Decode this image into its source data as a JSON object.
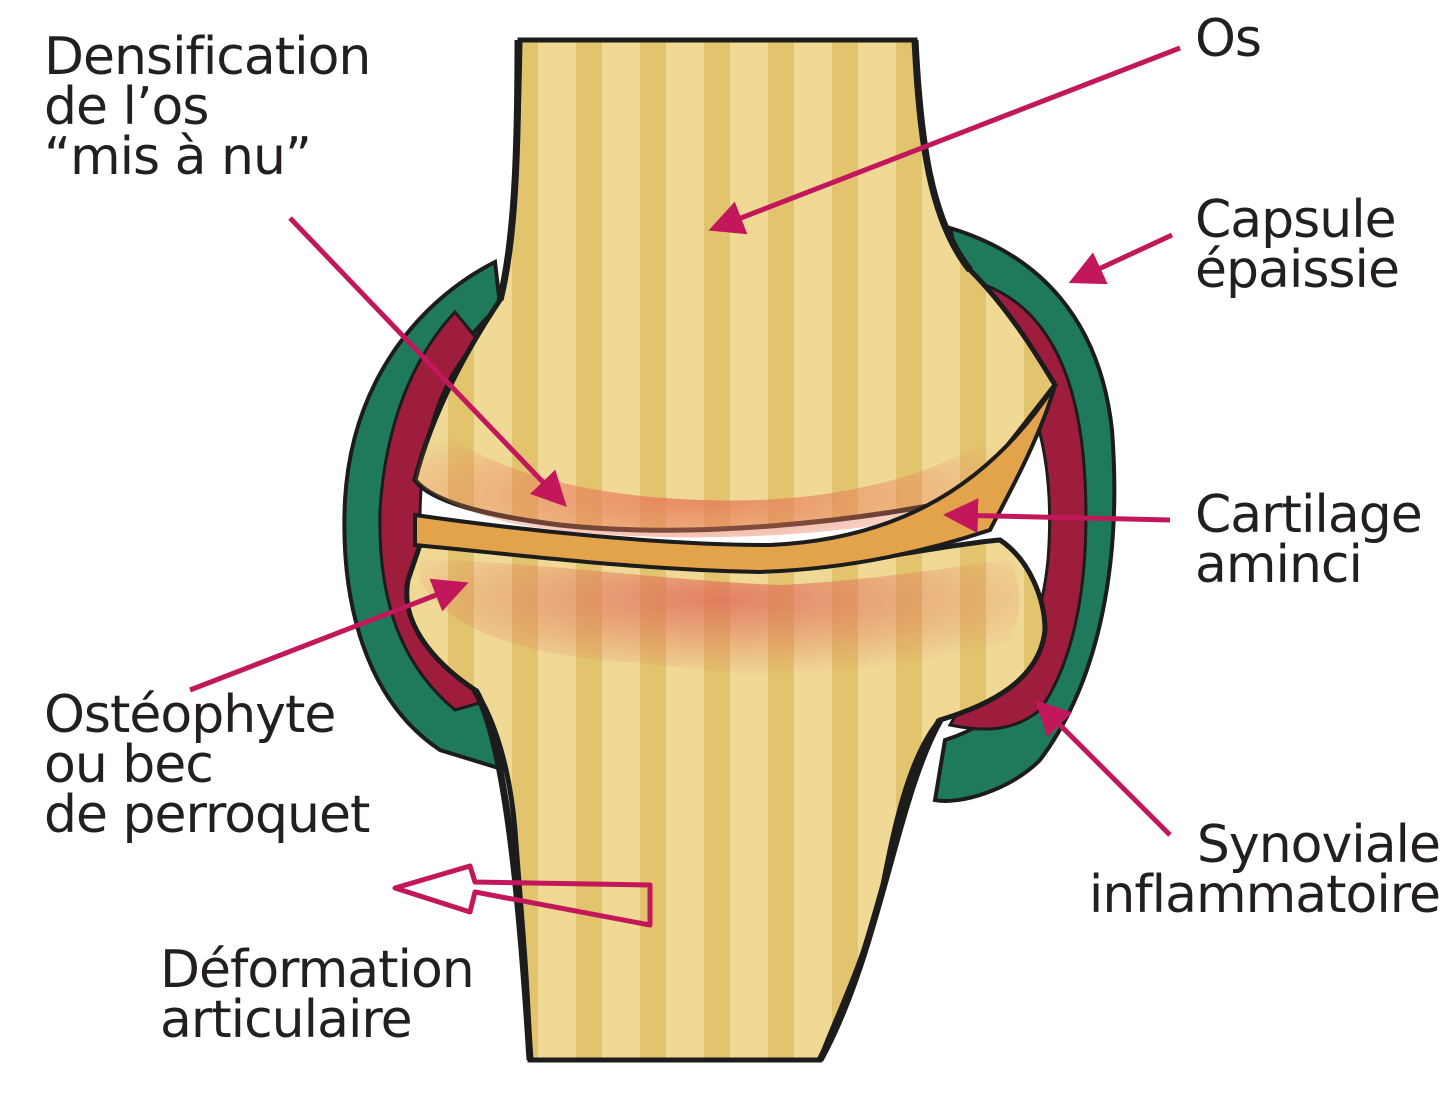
{
  "labels": {
    "densification": {
      "lines": [
        "Densification",
        "de l’os",
        "“mis à nu”"
      ]
    },
    "os": {
      "lines": [
        "Os"
      ]
    },
    "capsule": {
      "lines": [
        "Capsule",
        "épaissie"
      ]
    },
    "cartilage": {
      "lines": [
        "Cartilage",
        "aminci"
      ]
    },
    "osteophyte": {
      "lines": [
        "Ostéophyte",
        "ou bec",
        "de perroquet"
      ]
    },
    "synoviale": {
      "lines": [
        "Synoviale",
        "inflammatoire"
      ]
    },
    "deformation": {
      "lines": [
        "Déformation",
        "articulaire"
      ]
    }
  },
  "colors": {
    "bone": "#ecd38a",
    "bone_stripe": "#dfc06a",
    "capsule": "#1f7a5c",
    "synovium": "#9e1c3c",
    "arrow": "#c2185b",
    "outline": "#1c1c1c"
  }
}
